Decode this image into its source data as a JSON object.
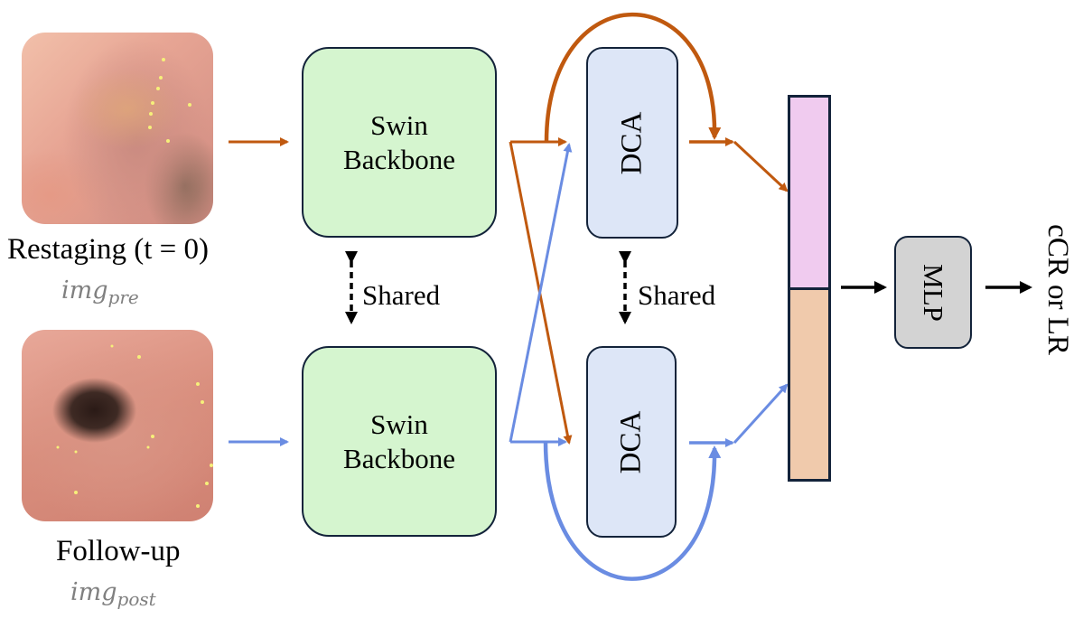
{
  "inputs": {
    "pre": {
      "caption": "Restaging (t = 0)",
      "symbol_main": "img",
      "symbol_sub": "pre",
      "image_desc": "endoscopic image before (restaging)"
    },
    "post": {
      "caption": "Follow-up",
      "symbol_main": "img",
      "symbol_sub": "post",
      "image_desc": "endoscopic image follow-up"
    }
  },
  "backbone": {
    "top_label_line1": "Swin",
    "top_label_line2": "Backbone",
    "bottom_label_line1": "Swin",
    "bottom_label_line2": "Backbone",
    "shared_label": "Shared"
  },
  "dca": {
    "top_label": "DCA",
    "bottom_label": "DCA",
    "shared_label": "Shared"
  },
  "head": {
    "mlp_label": "MLP",
    "output_label": "cCR or LR"
  },
  "colors": {
    "pre_stream": "#c0590f",
    "post_stream": "#6a8ce2",
    "swin_fill": "#d5f5cf",
    "dca_fill": "#dde6f7",
    "mlp_fill": "#d3d3d3",
    "feature_pre": "#f0cbef",
    "feature_post": "#f0caac",
    "outline": "#13233a"
  }
}
